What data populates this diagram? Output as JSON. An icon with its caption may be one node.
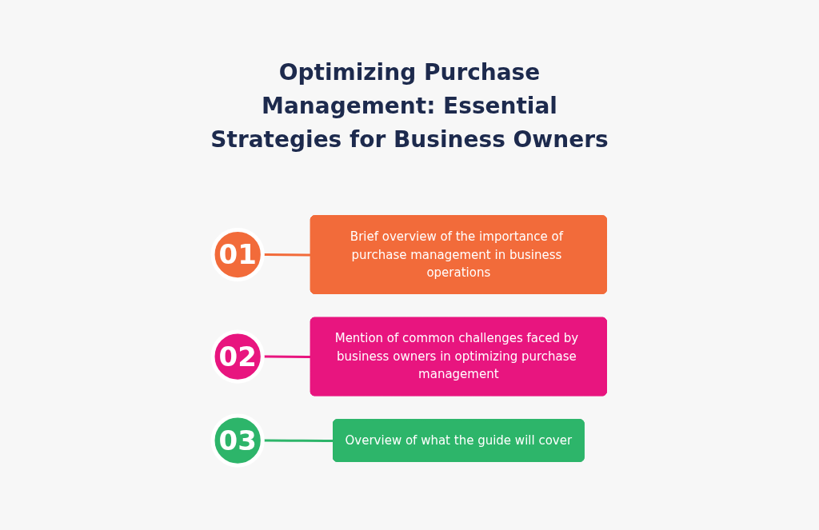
{
  "diagram": {
    "title": "Optimizing Purchase Management: Essential Strategies for Business Owners",
    "nodes": [
      {
        "text": [
          "01"
        ]
      },
      {
        "text": [
          "Brief overview of the importance of purchase management in business operations"
        ]
      },
      {
        "text": [
          "02"
        ]
      },
      {
        "text": [
          "Mention of common challenges faced by business owners in optimizing purchase management"
        ]
      },
      {
        "text": [
          "03"
        ]
      },
      {
        "text": [
          "Overview of what the guide will cover"
        ]
      }
    ],
    "edges": [
      {
        "from": 0,
        "to": 1,
        "arrow": "none",
        "color": "#f26b3a"
      },
      {
        "from": 2,
        "to": 3,
        "arrow": "none",
        "color": "#e8157f"
      },
      {
        "from": 4,
        "to": 5,
        "arrow": "none",
        "color": "#2db56a"
      }
    ]
  }
}
